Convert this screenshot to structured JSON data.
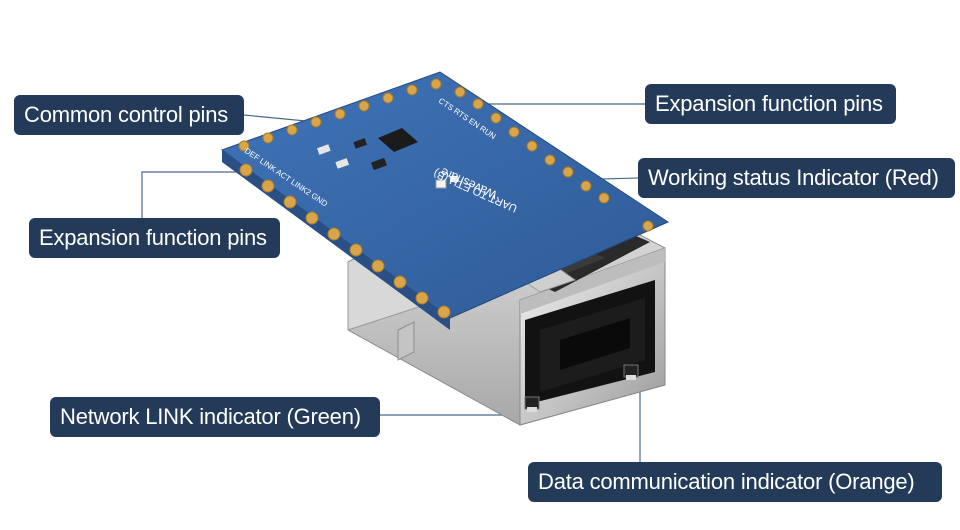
{
  "callouts": {
    "common_control_pins": "Common control pins",
    "expansion_pins_top": "Expansion function pins",
    "working_status": "Working status Indicator (Red)",
    "expansion_pins_left": "Expansion function pins",
    "network_link": "Network LINK indicator (Green)",
    "data_comm": "Data communication indicator (Orange)"
  },
  "board_silkscreen": {
    "brand": "Waveshare",
    "model": "UART TO ETH (B)",
    "pins_left": "DEF  LINK  ACT  LINK2  GND",
    "pins_top_right": "CTS  RTS  EN  RUN"
  },
  "colors": {
    "callout_bg": "#233a58",
    "callout_text": "#ffffff",
    "pcb_blue": "#3d6eb0",
    "pad_gold": "#d9a54a",
    "leader_line": "#4a6a8c"
  }
}
